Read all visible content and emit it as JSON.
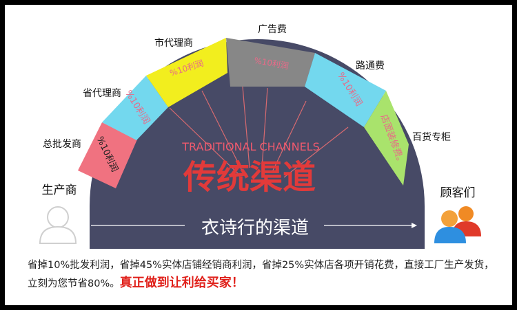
{
  "chain": {
    "manufacturer": "生产商",
    "customers": "顾客们",
    "nodes": [
      {
        "label": "总批发商",
        "segment_text": "%10利润",
        "color": "#f07280",
        "text_color": "#222222"
      },
      {
        "label": "省代理商",
        "segment_text": "%10利润",
        "color": "#73d8ee",
        "text_color": "#e86a88"
      },
      {
        "label": "市代理商",
        "segment_text": "%10利润",
        "color": "#f2ee1e",
        "text_color": "#e86a88"
      },
      {
        "label": "广告费",
        "segment_text": "%10利润",
        "color": "#878787",
        "text_color": "#e86a88"
      },
      {
        "label": "路通费",
        "segment_text": "%10利润",
        "color": "#73d8ee",
        "text_color": "#e86a88"
      },
      {
        "label": "百货专柜",
        "segment_text": "店面装修费。",
        "color": "#a9e36c",
        "text_color": "#e86a88"
      }
    ]
  },
  "center": {
    "english_title": "TRADITIONAL CHANNELS",
    "chinese_title": "传统渠道",
    "arrow_label": "衣诗行的渠道"
  },
  "footer": {
    "text": "省掉10%批发利润，省掉45%实体店铺经销商利润，省掉25%实体店各项开销花费，直接工厂生产发货，立刻为您节省80%。",
    "highlight": "真正做到让利给买家！"
  },
  "colors": {
    "dome": "#474a66",
    "title_red": "#e23a3a",
    "frame_border": "#000000"
  }
}
